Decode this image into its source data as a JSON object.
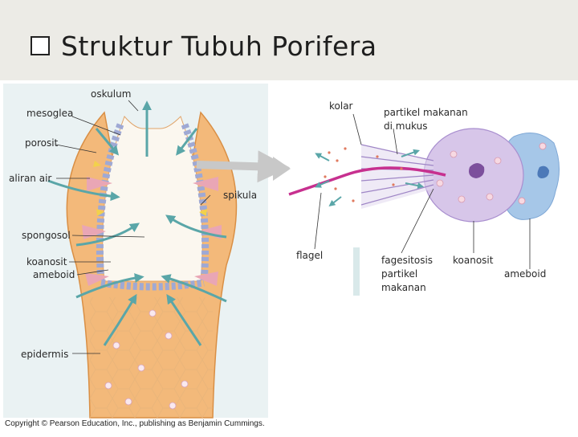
{
  "slide": {
    "title": "Struktur Tubuh Porifera",
    "copyright": "Copyright © Pearson Education, Inc., publishing as Benjamin Cummings."
  },
  "labels": {
    "oskulum": "oskulum",
    "mesoglea": "mesoglea",
    "porosit": "porosit",
    "aliran_air": "aliran air",
    "spikula": "spikula",
    "spongosol": "spongosol",
    "koanosit_left": "koanosit",
    "ameboid_left": "ameboid",
    "epidermis": "epidermis",
    "kolar": "kolar",
    "partikel_makanan_di_mukus_1": "partikel makanan",
    "partikel_makanan_di_mukus_2": "di mukus",
    "flagel": "flagel",
    "fagositosis_1": "fagesitosis",
    "fagositosis_2": "partikel",
    "fagositosis_3": "makanan",
    "koanosit_right": "koanosit",
    "ameboid_right": "ameboid"
  }
}
